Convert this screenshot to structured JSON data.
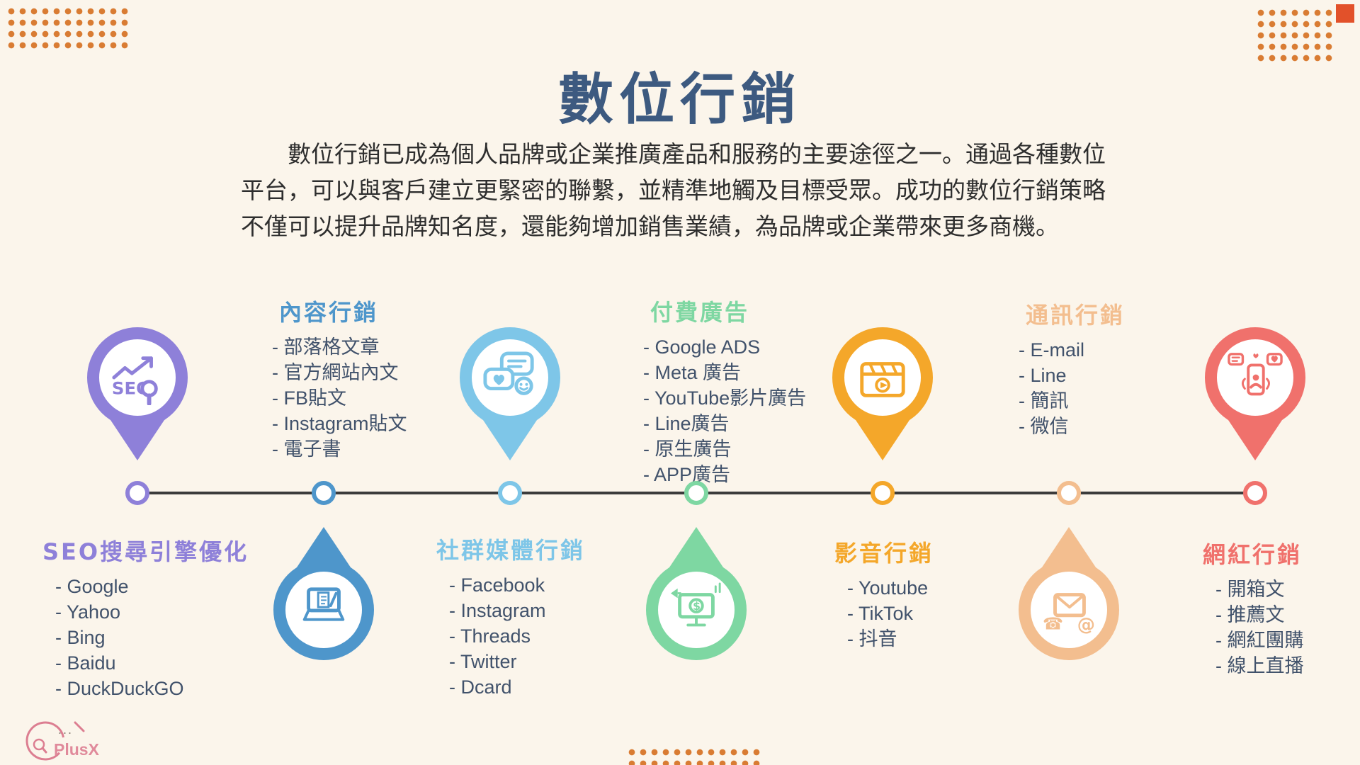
{
  "title": "數位行銷",
  "intro": {
    "line1": "數位行銷已成為個人品牌或企業推廣產品和服務的主要途徑之一。通過各種數位",
    "line2": "平台，可以與客戶建立更緊密的聯繫，並精準地觸及目標受眾。成功的數位行銷策略",
    "line3": "不僅可以提升品牌知名度，還能夠增加銷售業績，為品牌或企業帶來更多商機。"
  },
  "colors": {
    "background": "#FBF5EB",
    "title": "#3D5A80",
    "timeline": "#3B3B3B",
    "dots": "#D97C33",
    "corner_square": "#E2512A",
    "item_text": "#41526B"
  },
  "categories": [
    {
      "title": "SEO搜尋引擎優化",
      "color": "#8E80D9",
      "icon": "seo-search-chart-icon",
      "items": [
        "- Google",
        "- Yahoo",
        "- Bing",
        "- Baidu",
        "- DuckDuckGO"
      ]
    },
    {
      "title": "內容行銷",
      "color": "#4E96CB",
      "icon": "laptop-writing-icon",
      "items": [
        "- 部落格文章",
        "- 官方網站內文",
        "- FB貼文",
        "- Instagram貼文",
        "- 電子書"
      ]
    },
    {
      "title": "社群媒體行銷",
      "color": "#7EC6E8",
      "icon": "chat-bubbles-icon",
      "items": [
        "- Facebook",
        "- Instagram",
        "- Threads",
        "- Twitter",
        "- Dcard"
      ]
    },
    {
      "title": "付費廣告",
      "color": "#7ED7A2",
      "icon": "ads-monitor-icon",
      "items": [
        "- Google ADS",
        "- Meta 廣告",
        "- YouTube影片廣告",
        "- Line廣告",
        "- 原生廣告",
        "- APP廣告"
      ]
    },
    {
      "title": "影音行銷",
      "color": "#F4A72A",
      "icon": "clapperboard-icon",
      "items": [
        "- Youtube",
        "- TikTok",
        "- 抖音"
      ]
    },
    {
      "title": "通訊行銷",
      "color": "#F3BE8F",
      "icon": "mail-phone-icon",
      "items": [
        "- E-mail",
        "- Line",
        "- 簡訊",
        "- 微信"
      ]
    },
    {
      "title": "網紅行銷",
      "color": "#F0716C",
      "icon": "influencer-phone-icon",
      "items": [
        "- 開箱文",
        "- 推薦文",
        "- 網紅團購",
        "- 線上直播"
      ]
    }
  ],
  "icon_labels": {
    "seo": "SEO",
    "dollar": "$",
    "phone": "☎",
    "at": "@"
  },
  "logo": {
    "dots": "...",
    "text": "PlusX"
  }
}
